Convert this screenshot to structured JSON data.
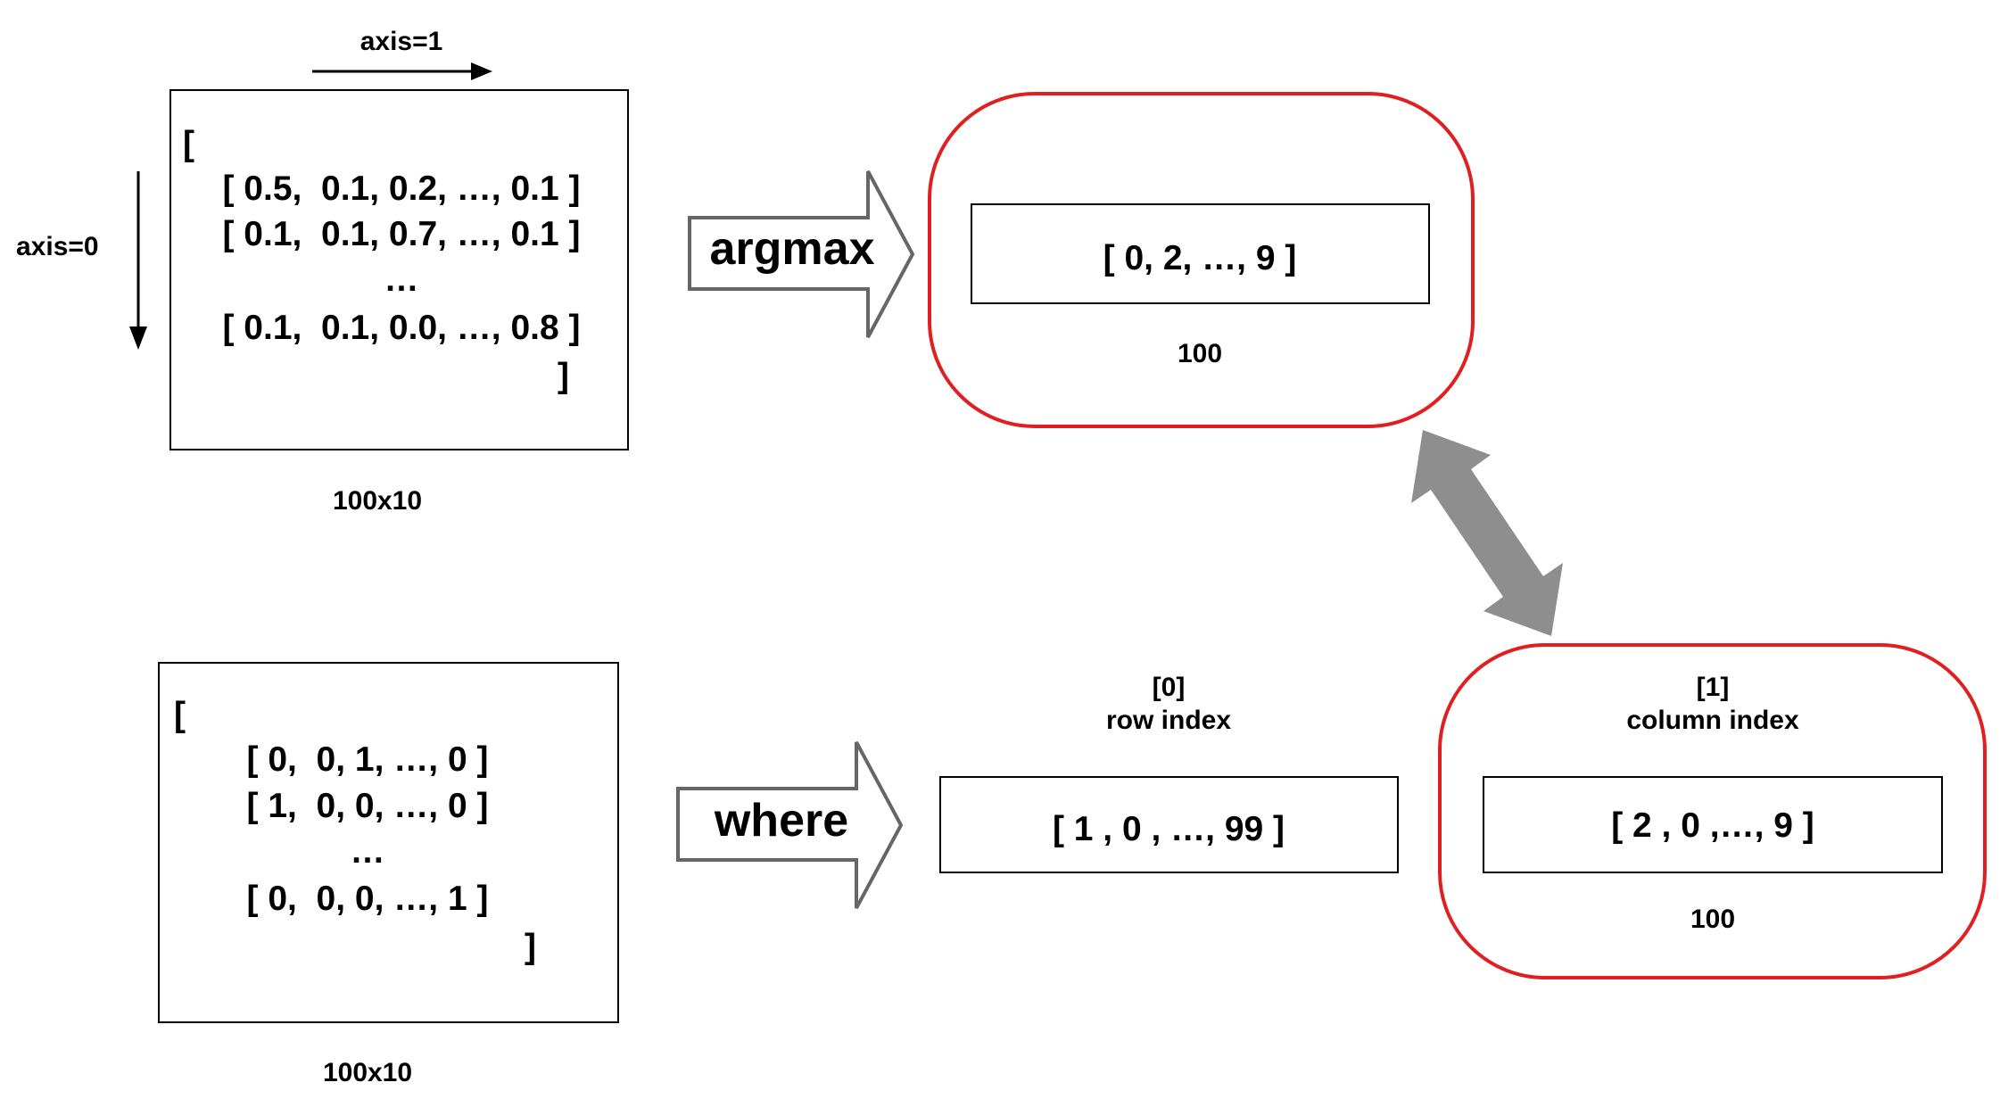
{
  "top_matrix": {
    "axis1_label": "axis=1",
    "axis0_label": "axis=0",
    "open_bracket": "[",
    "rows": [
      "[ 0.5,  0.1, 0.2, …, 0.1 ]",
      "[ 0.1,  0.1, 0.7, …, 0.1 ]",
      "…",
      "[ 0.1,  0.1, 0.0, …, 0.8 ]"
    ],
    "close_bracket": "]",
    "shape_label": "100x10"
  },
  "argmax_arrow": {
    "label": "argmax"
  },
  "argmax_result": {
    "value": "[ 0, 2, …, 9 ]",
    "size_label": "100",
    "highlight_color": "#e02020"
  },
  "bottom_matrix": {
    "open_bracket": "[",
    "rows": [
      "[ 0,  0, 1, …, 0 ]",
      "[ 1,  0, 0, …, 0 ]",
      "…",
      "[ 0,  0, 0, …, 1 ]"
    ],
    "close_bracket": "]",
    "shape_label": "100x10"
  },
  "where_arrow": {
    "label": "where"
  },
  "row_index": {
    "index_label": "[0]",
    "title": "row index",
    "value": "[ 1 , 0 , …, 99 ]"
  },
  "column_index": {
    "index_label": "[1]",
    "title": "column index",
    "value": "[ 2 , 0 ,…, 9 ]",
    "size_label": "100",
    "highlight_color": "#e02020"
  },
  "connector": {
    "color": "#8e8e8e"
  }
}
